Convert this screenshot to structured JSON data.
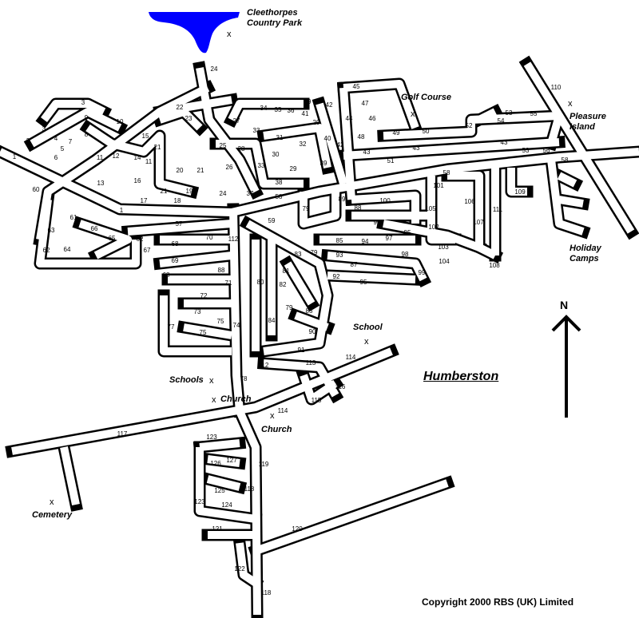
{
  "map": {
    "title": "Humberston",
    "copyright": "Copyright 2000 RBS (UK) Limited",
    "north_label": "N",
    "water_color": "#0000ff",
    "places": {
      "country_park": "Cleethorpes\nCountry Park",
      "golf_course": "Golf Course",
      "pleasure_island": "Pleasure\nIsland",
      "holiday_camps": "Holiday\nCamps",
      "school": "School",
      "schools": "Schools",
      "church_1": "Church",
      "church_2": "Church",
      "cemetery": "Cemetery"
    },
    "marker": "x",
    "road_numbers": [
      "3",
      "9",
      "10",
      "3",
      "2",
      "4",
      "7",
      "5",
      "8",
      "6",
      "1",
      "11",
      "12",
      "14",
      "15",
      "11",
      "21",
      "22",
      "23",
      "24",
      "27",
      "34",
      "35",
      "36",
      "29",
      "41",
      "42",
      "29",
      "33",
      "31",
      "32",
      "30",
      "25",
      "28",
      "26",
      "33",
      "29",
      "39",
      "40",
      "42",
      "45",
      "47",
      "44",
      "46",
      "48",
      "43",
      "49",
      "50",
      "43",
      "51",
      "52",
      "53",
      "54",
      "55",
      "43",
      "53",
      "56",
      "58",
      "110",
      "20",
      "21",
      "16",
      "17",
      "21",
      "19",
      "18",
      "13",
      "60",
      "61",
      "1",
      "24",
      "37",
      "38",
      "58",
      "59",
      "79",
      "89",
      "88",
      "100",
      "101",
      "58",
      "105",
      "106",
      "109",
      "111",
      "96",
      "95",
      "97",
      "102",
      "107",
      "63",
      "66",
      "65",
      "62",
      "57",
      "68",
      "70",
      "112",
      "67",
      "62",
      "64",
      "69",
      "68",
      "85",
      "94",
      "98",
      "103",
      "104",
      "108",
      "83",
      "79",
      "93",
      "87",
      "81",
      "92",
      "95",
      "99",
      "88",
      "71",
      "80",
      "82",
      "72",
      "73",
      "75",
      "74",
      "77",
      "75",
      "79",
      "85",
      "84",
      "90",
      "91",
      "112",
      "113",
      "114",
      "116",
      "115",
      "78",
      "114",
      "117",
      "123",
      "127",
      "126",
      "125",
      "123",
      "124",
      "119",
      "118",
      "121",
      "120",
      "122",
      "118"
    ]
  }
}
